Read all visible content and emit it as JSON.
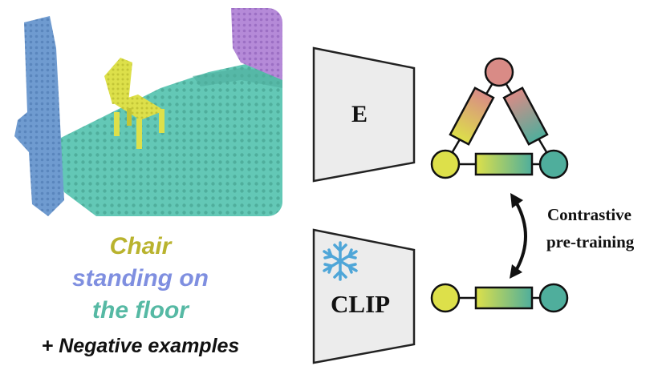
{
  "caption": {
    "word_chair": "Chair",
    "word_standing": "standing on",
    "word_floor": "the floor",
    "negatives": "+ Negative examples"
  },
  "encoders": {
    "scene_encoder_label": "E",
    "text_encoder_label": "CLIP",
    "text_encoder_frozen_icon": "snowflake-icon"
  },
  "contrastive": {
    "line1": "Contrastive",
    "line2": "pre-training"
  },
  "colors": {
    "object_yellow": "#dde04a",
    "subject_red": "#d98b86",
    "anchor_teal": "#4fae9c",
    "floor_cyan": "#63c8b6",
    "wall_blue": "#6f9bd0",
    "wall_purple": "#b58ad8",
    "encoder_fill": "#ececec",
    "caption_chair": "#b9b32e",
    "caption_standing": "#7f8fe0",
    "caption_floor": "#56b9a4",
    "snowflake": "#4fa6d8"
  }
}
